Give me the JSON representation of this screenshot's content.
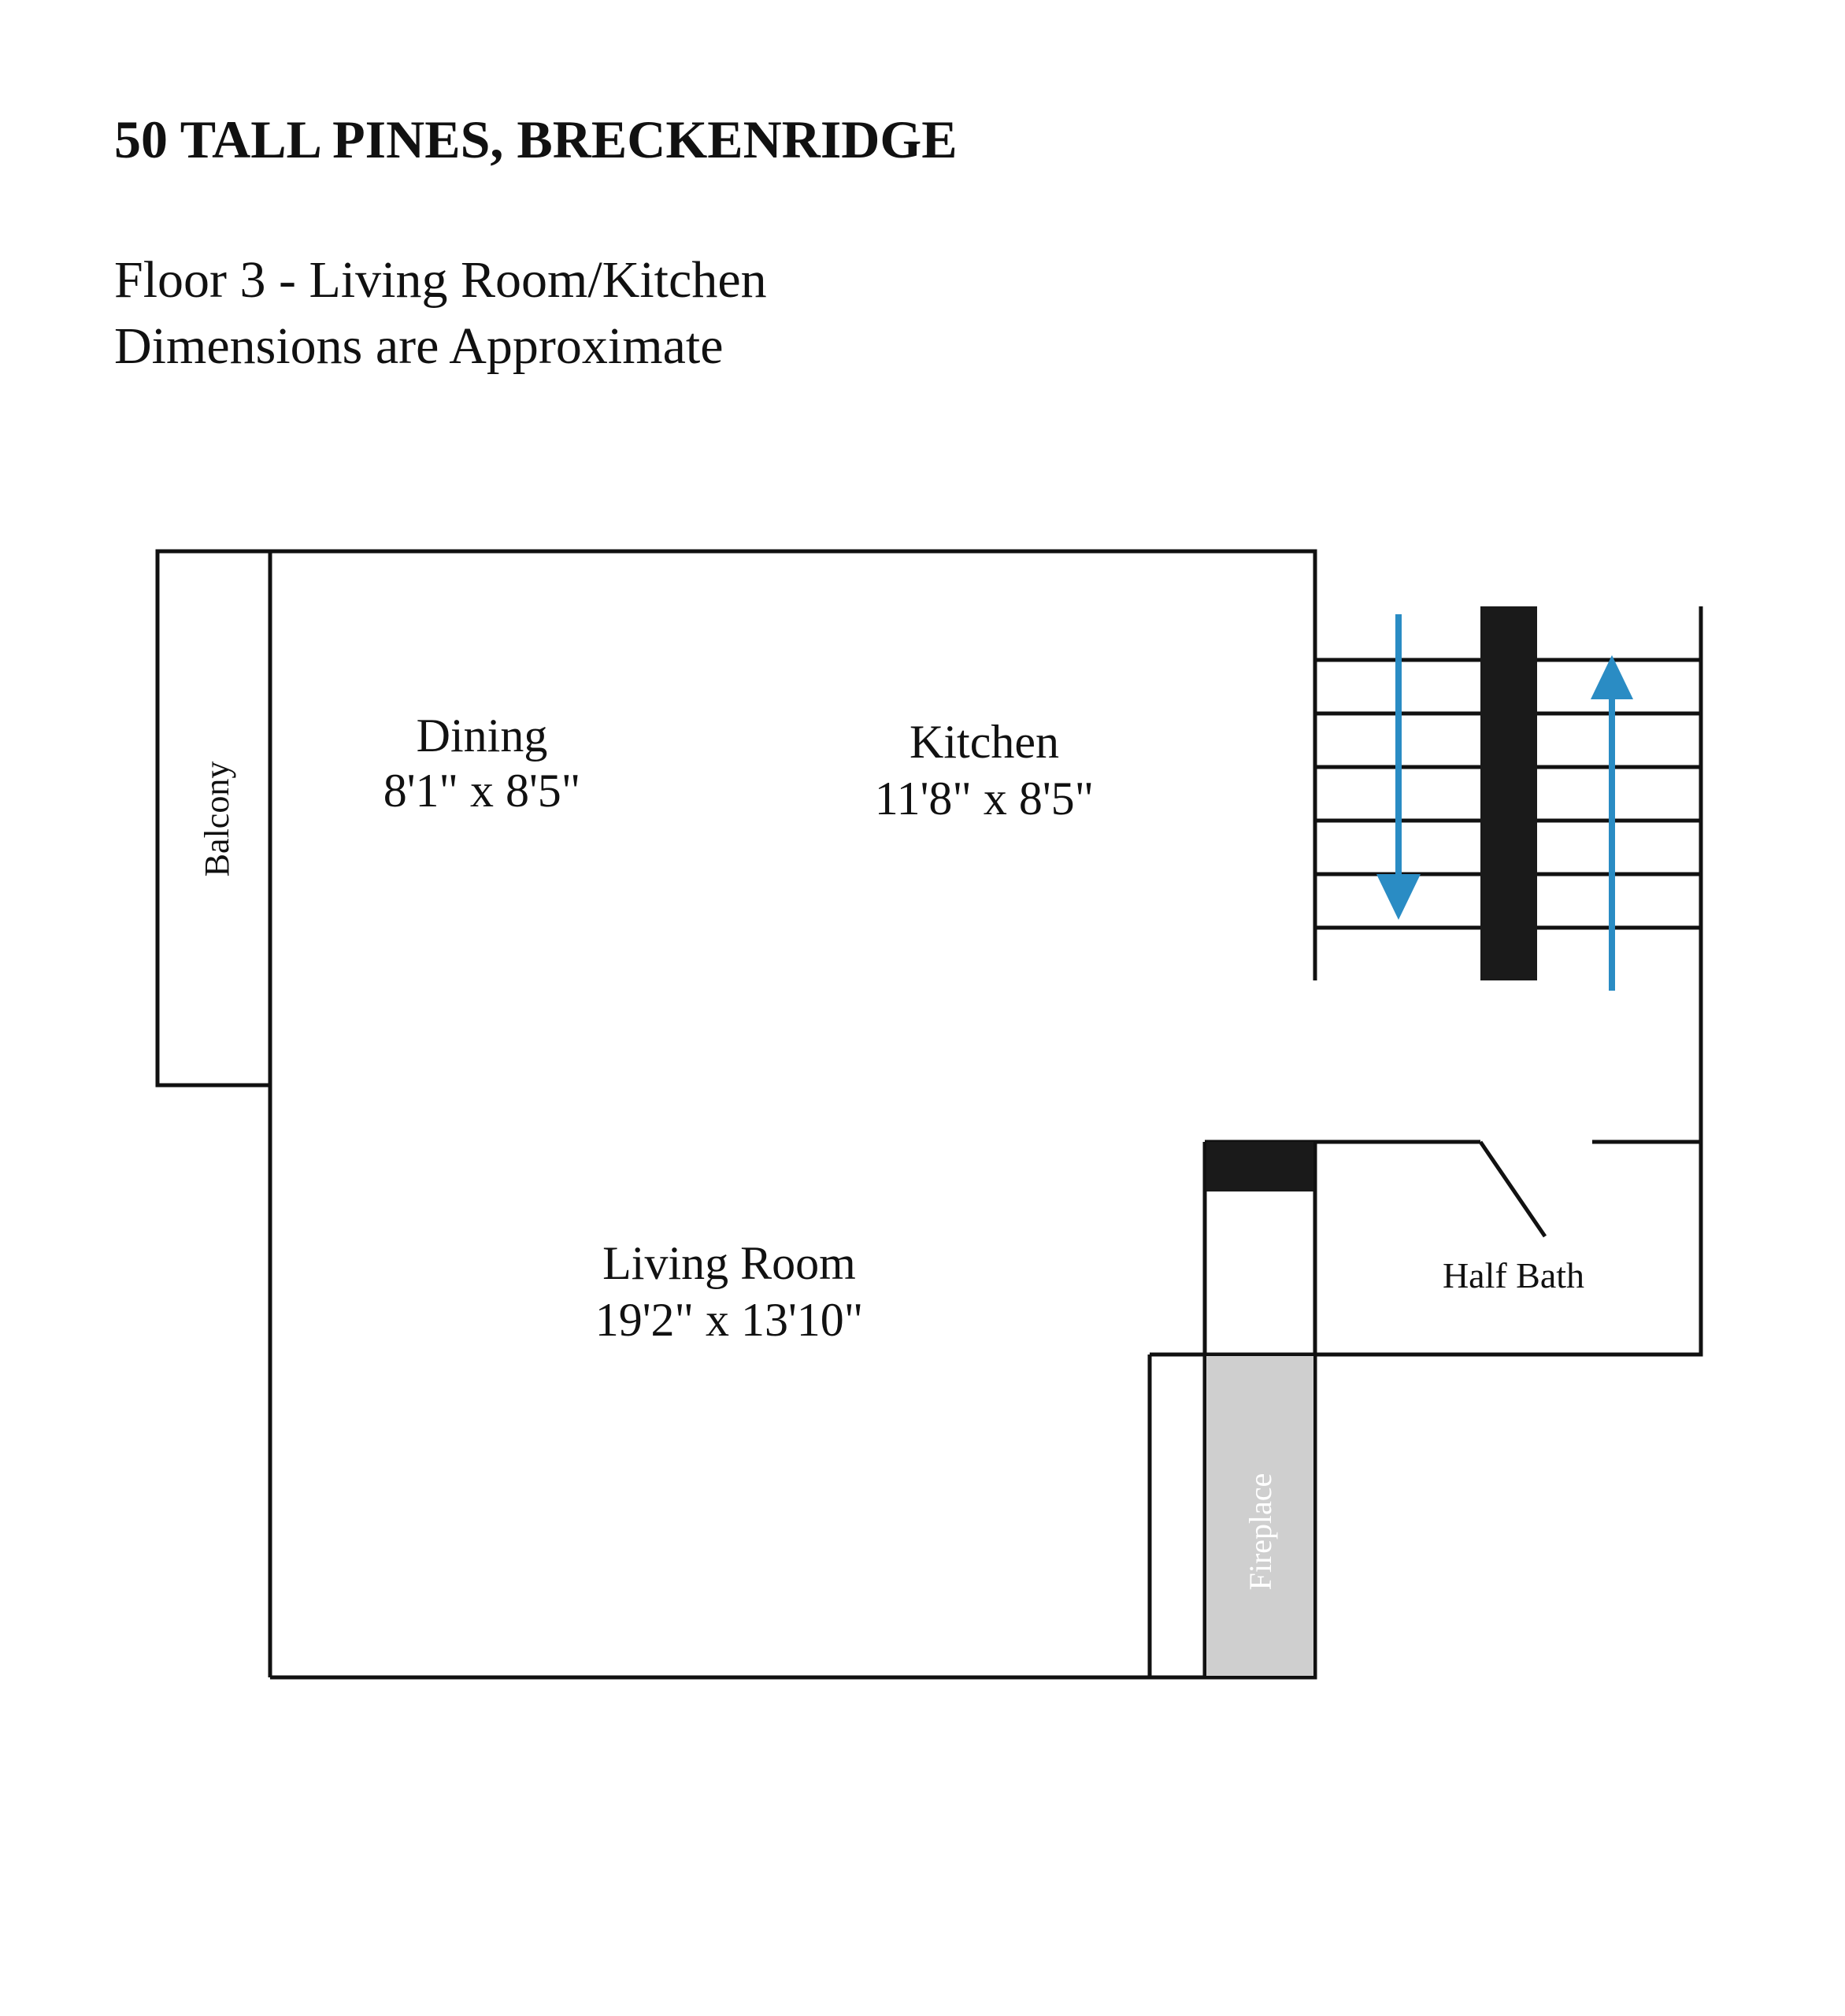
{
  "header": {
    "title": "50 TALL PINES, BRECKENRIDGE",
    "subtitle": "Floor 3 - Living Room/Kitchen",
    "note": "Dimensions are Approximate"
  },
  "rooms": {
    "balcony": {
      "name": "Balcony"
    },
    "dining": {
      "name": "Dining",
      "size": "8'1\" x 8'5\""
    },
    "kitchen": {
      "name": "Kitchen",
      "size": "11'8\" x 8'5\""
    },
    "living": {
      "name": "Living Room",
      "size": "19'2\" x 13'10\""
    },
    "half_bath": {
      "name": "Half Bath"
    },
    "fireplace": {
      "name": "Fireplace"
    }
  },
  "colors": {
    "wall": "#111111",
    "arrow": "#2a8cc4",
    "fireplace": "#cfcfcf",
    "solid_block": "#1a1a1a"
  },
  "icons": {
    "stairs_down": "arrow-down-icon",
    "stairs_up": "arrow-up-icon"
  }
}
